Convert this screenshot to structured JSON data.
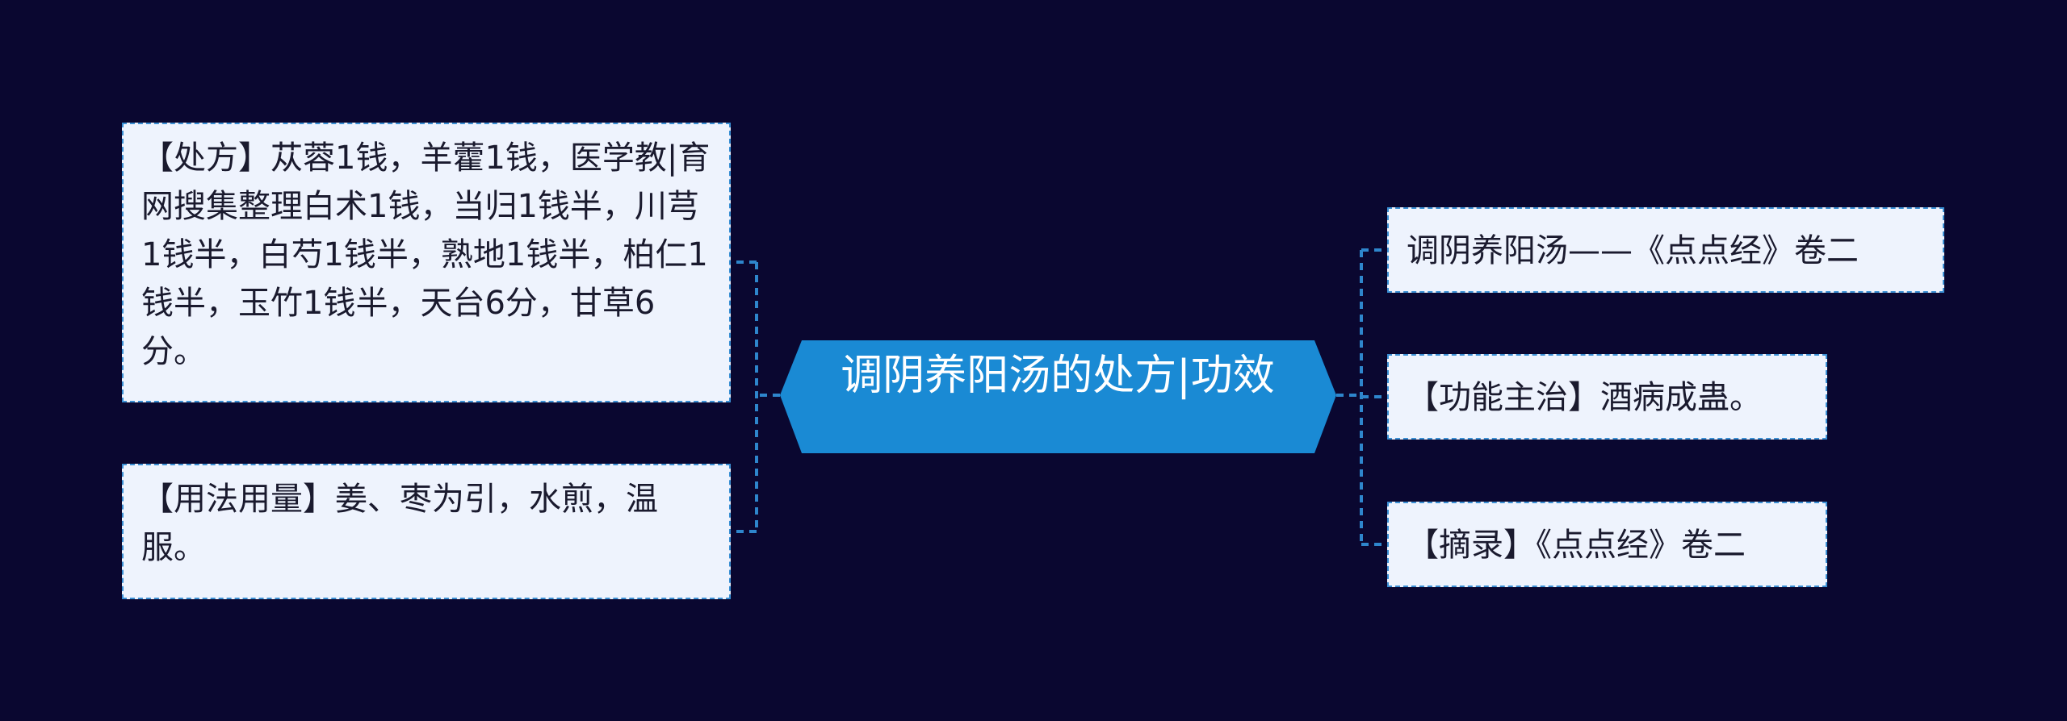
{
  "central_topic": {
    "label": "调阴养阳汤的处方|功效"
  },
  "left_branches": [
    {
      "text": "【处方】苁蓉1钱，羊藿1钱，医学教|育网搜集整理白术1钱，当归1钱半，川芎1钱半，白芍1钱半，熟地1钱半，柏仁1钱半，玉竹1钱半，天台6分，甘草6分。"
    },
    {
      "text": "【用法用量】姜、枣为引，水煎，温服。"
    }
  ],
  "right_branches": [
    {
      "text": "调阴养阳汤——《点点经》卷二"
    },
    {
      "text": "【功能主治】酒病成蛊。"
    },
    {
      "text": "【摘录】《点点经》卷二"
    }
  ],
  "colors": {
    "background": "#0a0730",
    "central_fill": "#1a8ad4",
    "node_fill": "#eef3fd",
    "node_border": "#3a8fd4",
    "connector": "#2e86cc"
  }
}
